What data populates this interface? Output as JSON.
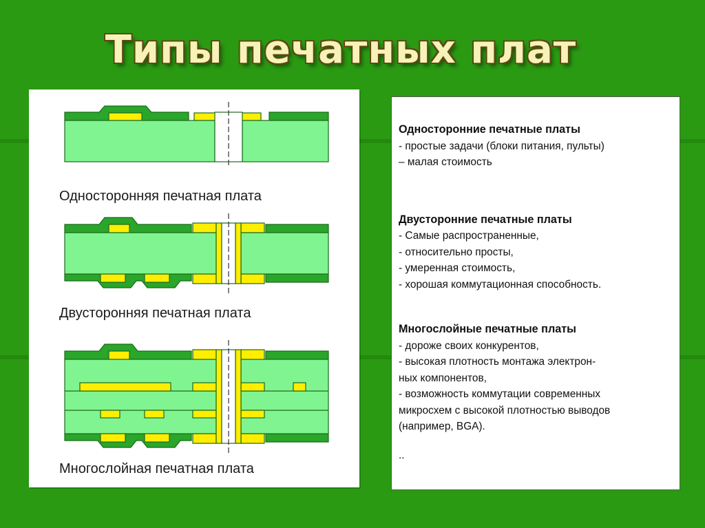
{
  "title": "Типы печатных плат",
  "captions": {
    "single": "Односторонняя печатная плата",
    "double": "Двусторонняя печатная плата",
    "multi": "Многослойная печатная плата"
  },
  "sections": {
    "single": {
      "title": "Односторонние печатные платы",
      "lines": [
        "- простые задачи (блоки питания, пульты)",
        "– малая стоимость"
      ]
    },
    "double": {
      "title": "Двусторонние печатные платы",
      "lines": [
        "- Самые распространенные,",
        "- относительно просты,",
        "- умеренная стоимость,",
        "- хорошая коммутационная способность."
      ]
    },
    "multi": {
      "title": "Многослойные печатные платы",
      "lines": [
        "- дороже  своих конкурентов,",
        "- высокая плотность монтажа электрон-",
        "ных компонентов,",
        "- возможность коммутации современных",
        "микросхем с высокой плотностью выводов",
        "(например,  BGA)."
      ]
    },
    "trailing": ".."
  },
  "colors": {
    "background": "#2a9a12",
    "substrate": "#80f490",
    "mask": "#2aa62a",
    "copper": "#ffee00",
    "outline": "#1b6a1b"
  }
}
